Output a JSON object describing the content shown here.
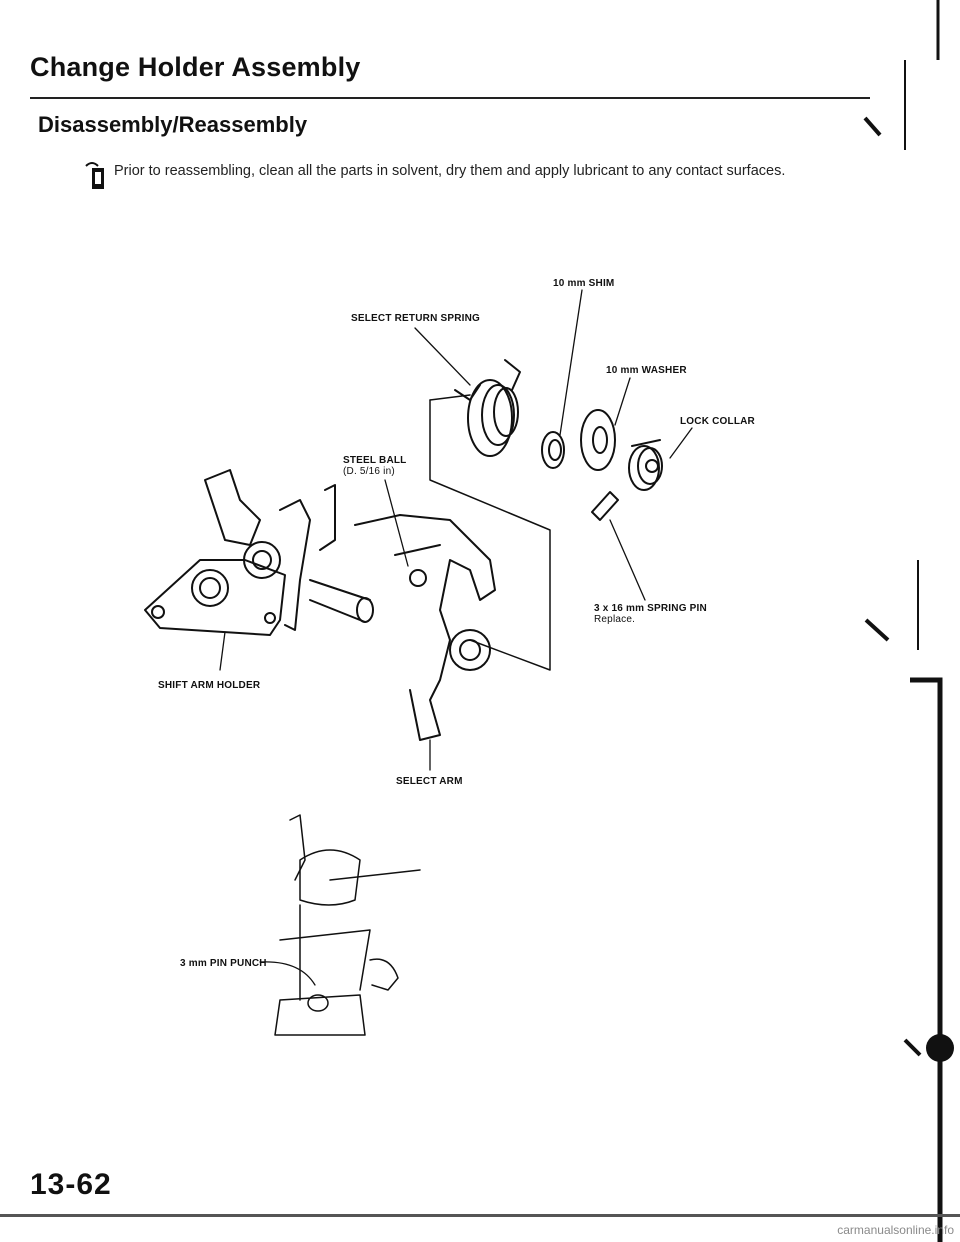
{
  "document": {
    "title": "Change Holder Assembly",
    "section": "Disassembly/Reassembly",
    "note": "Prior to reassembling, clean all the parts in solvent, dry them and apply lubricant to any contact surfaces.",
    "page_number": "13-62",
    "watermark": "carmanualsonline.info"
  },
  "labels": {
    "shim": "10 mm SHIM",
    "select_return_spring": "SELECT RETURN SPRING",
    "washer": "10 mm WASHER",
    "lock_collar": "LOCK COLLAR",
    "steel_ball": "STEEL BALL",
    "steel_ball_size": "(D. 5/16 in)",
    "spring_pin": "3 x 16 mm SPRING PIN",
    "spring_pin_note": "Replace.",
    "shift_arm_holder": "SHIFT ARM HOLDER",
    "select_arm": "SELECT ARM",
    "pin_punch": "3 mm PIN PUNCH"
  },
  "icons": {
    "note": "oil-can-icon"
  }
}
